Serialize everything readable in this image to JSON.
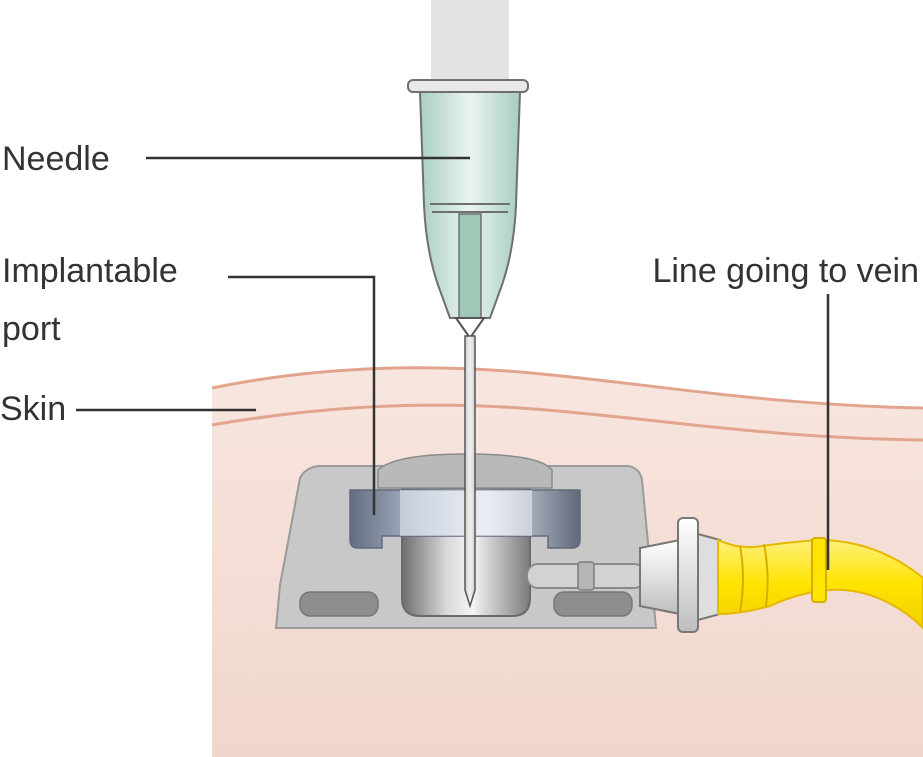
{
  "labels": {
    "needle": "Needle",
    "implantable_port_line1": "Implantable",
    "implantable_port_line2": "port",
    "skin": "Skin",
    "line_to_vein": "Line going to vein"
  },
  "colors": {
    "skin_fill": "#f4ddd5",
    "skin_line": "#e3a48e",
    "port_body": "#c8c8c8",
    "port_outline": "#9a9a9a",
    "needle_hub": "#cfe5dc",
    "catheter": "#ffe400",
    "leader_line": "#333333"
  }
}
